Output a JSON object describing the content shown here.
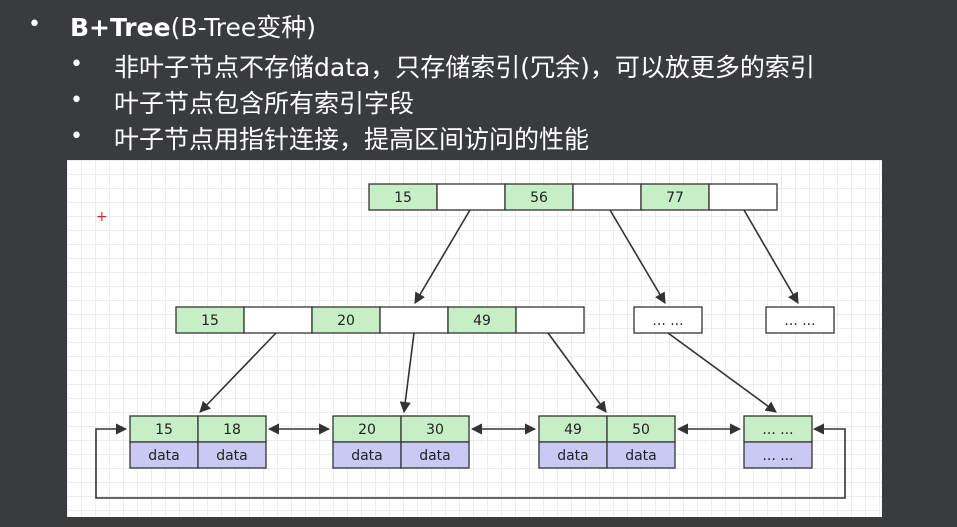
{
  "heading": {
    "bold": "B+Tree",
    "rest": "(B-Tree变种)"
  },
  "bullets": [
    "非叶子节点不存储data，只存储索引(冗余)，可以放更多的索引",
    "叶子节点包含所有索引字段",
    "叶子节点用指针连接，提高区间访问的性能"
  ],
  "bullet_glyph": "•",
  "colors": {
    "slide_bg": "#3a3b3e",
    "key_fill": "#c6efc6",
    "data_fill": "#c9c9f3",
    "pointer_fill": "#ffffff",
    "stroke": "#333333"
  },
  "tree": {
    "root": {
      "keys": [
        "15",
        "56",
        "77"
      ]
    },
    "level2": [
      {
        "keys": [
          "15",
          "20",
          "49"
        ]
      },
      {
        "placeholder": "... ..."
      },
      {
        "placeholder": "... ..."
      }
    ],
    "leaves": [
      {
        "keys": [
          "15",
          "18"
        ],
        "data": [
          "data",
          "data"
        ]
      },
      {
        "keys": [
          "20",
          "30"
        ],
        "data": [
          "data",
          "data"
        ]
      },
      {
        "keys": [
          "49",
          "50"
        ],
        "data": [
          "data",
          "data"
        ]
      },
      {
        "keys": [
          "... ..."
        ],
        "data": [
          "... ..."
        ]
      }
    ]
  },
  "cursor_mark": "+"
}
